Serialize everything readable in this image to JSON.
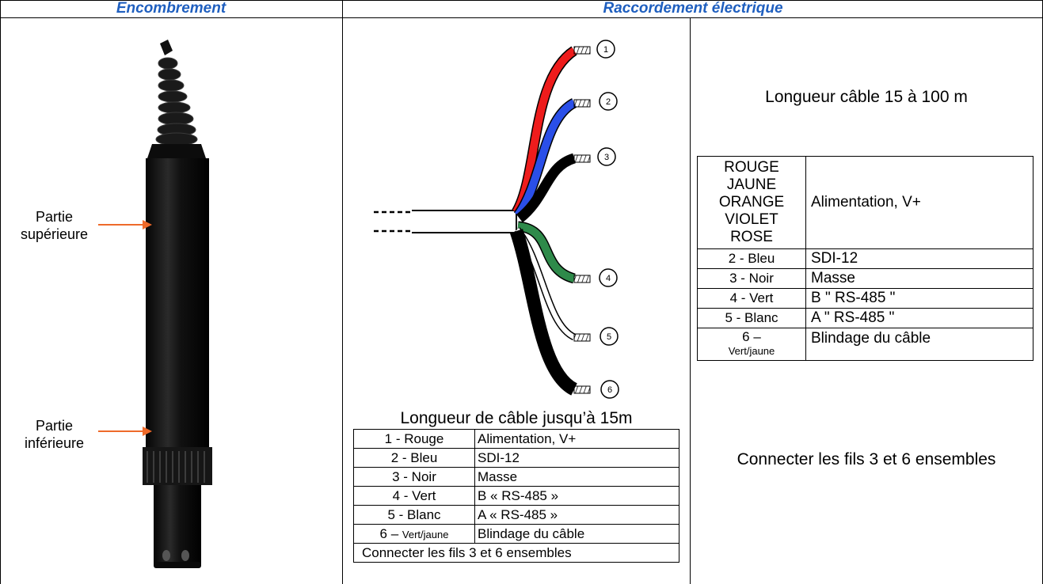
{
  "headers": {
    "encombrement": "Encombrement",
    "raccordement": "Raccordement électrique"
  },
  "probe": {
    "label_upper_1": "Partie",
    "label_upper_2": "supérieure",
    "label_lower_1": "Partie",
    "label_lower_2": "inférieure"
  },
  "wiring": {
    "numbers": [
      "1",
      "2",
      "3",
      "4",
      "5",
      "6"
    ],
    "wire_colors": {
      "red": "#ee1c1c",
      "blue": "#2a4fe8",
      "black": "#000000",
      "green": "#2e8a4a",
      "white": "#ffffff"
    }
  },
  "table_short": {
    "caption": "Longueur de câble jusqu’à 15m",
    "rows": [
      {
        "code": "1 - Rouge",
        "desc": "Alimentation, V+"
      },
      {
        "code": "2 - Bleu",
        "desc": "SDI-12"
      },
      {
        "code": "3 - Noir",
        "desc": "Masse"
      },
      {
        "code": "4 - Vert",
        "desc": "B « RS-485 »"
      },
      {
        "code": "5 - Blanc",
        "desc": "A « RS-485 »"
      },
      {
        "code_main": "6 – ",
        "code_small": "Vert/jaune",
        "desc": "Blindage du câble"
      }
    ],
    "footer": "Connecter les fils 3 et 6 ensembles"
  },
  "table_long": {
    "caption": "Longueur câble 15 à 100 m",
    "power_colors": [
      "ROUGE",
      "JAUNE",
      "ORANGE",
      "VIOLET",
      "ROSE"
    ],
    "power_desc": "Alimentation, V+",
    "rows": [
      {
        "code": "2 - Bleu",
        "desc": "SDI-12"
      },
      {
        "code": "3 - Noir",
        "desc": "Masse"
      },
      {
        "code": "4 - Vert",
        "desc": "B \" RS-485 \""
      },
      {
        "code": "5 - Blanc",
        "desc": "A \" RS-485 \""
      },
      {
        "code_main": "6 –",
        "code_small": "Vert/jaune",
        "desc": "Blindage du câble"
      }
    ],
    "note": "Connecter les fils 3 et 6 ensembles"
  }
}
